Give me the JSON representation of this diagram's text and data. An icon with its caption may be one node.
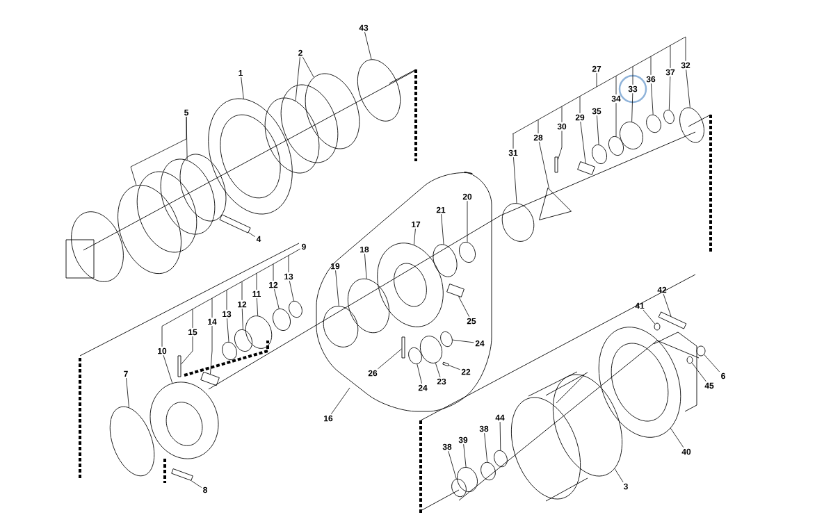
{
  "diagram": {
    "nodes": [
      {
        "text": [
          "43"
        ]
      },
      {
        "text": [
          "2"
        ]
      },
      {
        "text": [
          "27"
        ]
      },
      {
        "text": [
          "32"
        ]
      },
      {
        "text": [
          "37"
        ]
      },
      {
        "text": [
          "1"
        ]
      },
      {
        "text": [
          "36"
        ]
      },
      {
        "text": [
          "33"
        ]
      },
      {
        "text": [
          "34"
        ]
      },
      {
        "text": [
          "35"
        ]
      },
      {
        "text": [
          "5"
        ]
      },
      {
        "text": [
          "29"
        ]
      },
      {
        "text": [
          "30"
        ]
      },
      {
        "text": [
          "28"
        ]
      },
      {
        "text": [
          "31"
        ]
      },
      {
        "text": [
          "20"
        ]
      },
      {
        "text": [
          "21"
        ]
      },
      {
        "text": [
          "17"
        ]
      },
      {
        "text": [
          "4"
        ]
      },
      {
        "text": [
          "9"
        ]
      },
      {
        "text": [
          "18"
        ]
      },
      {
        "text": [
          "19"
        ]
      },
      {
        "text": [
          "13"
        ]
      },
      {
        "text": [
          "12"
        ]
      },
      {
        "text": [
          "42"
        ]
      },
      {
        "text": [
          "11"
        ]
      },
      {
        "text": [
          "41"
        ]
      },
      {
        "text": [
          "12"
        ]
      },
      {
        "text": [
          "13"
        ]
      },
      {
        "text": [
          "25"
        ]
      },
      {
        "text": [
          "14"
        ]
      },
      {
        "text": [
          "24"
        ]
      },
      {
        "text": [
          "15"
        ]
      },
      {
        "text": [
          "10"
        ]
      },
      {
        "text": [
          "22"
        ]
      },
      {
        "text": [
          "26"
        ]
      },
      {
        "text": [
          "7"
        ]
      },
      {
        "text": [
          "6"
        ]
      },
      {
        "text": [
          "45"
        ]
      },
      {
        "text": [
          "23"
        ]
      },
      {
        "text": [
          "24"
        ]
      },
      {
        "text": [
          "16"
        ]
      },
      {
        "text": [
          "44"
        ]
      },
      {
        "text": [
          "38"
        ]
      },
      {
        "text": [
          "39"
        ]
      },
      {
        "text": [
          "38"
        ]
      },
      {
        "text": [
          "40"
        ]
      },
      {
        "text": [
          "3"
        ]
      },
      {
        "text": [
          "8"
        ]
      },
      {
        "text": [],
        "shape": "circle"
      },
      {
        "text": [],
        "shape": "circle"
      },
      {
        "text": [],
        "shape": "bar"
      },
      {
        "text": [],
        "shape": "circle"
      },
      {
        "text": [],
        "shape": "bar"
      },
      {
        "text": [],
        "shape": "circle"
      },
      {
        "text": [],
        "shape": "bar"
      },
      {
        "text": [],
        "shape": "circle"
      },
      {
        "text": [],
        "shape": "bar"
      },
      {
        "text": [],
        "shape": "circle"
      },
      {
        "text": [],
        "shape": "circle"
      },
      {
        "text": [],
        "shape": "circle"
      },
      {
        "text": [],
        "shape": "circle"
      },
      {
        "text": [],
        "shape": "circle"
      },
      {
        "text": [],
        "shape": "circle"
      },
      {
        "text": [],
        "shape": "circle"
      },
      {
        "text": [],
        "shape": "circle"
      },
      {
        "text": [],
        "shape": "circle"
      },
      {
        "text": [],
        "shape": "circle"
      },
      {
        "text": [],
        "shape": "bar"
      },
      {
        "text": [],
        "shape": "circle"
      },
      {
        "text": [],
        "shape": "circle"
      },
      {
        "text": [],
        "shape": "circle"
      },
      {
        "text": [],
        "shape": "circle"
      },
      {
        "text": [],
        "shape": "bar"
      },
      {
        "text": [],
        "shape": "circle"
      },
      {
        "text": [],
        "shape": "bar"
      },
      {
        "text": [],
        "shape": "circle"
      },
      {
        "text": [],
        "shape": "circle"
      },
      {
        "text": [],
        "shape": "circle"
      },
      {
        "text": [],
        "shape": "circle"
      },
      {
        "text": [],
        "shape": "circle"
      },
      {
        "text": [],
        "shape": "circle"
      },
      {
        "text": [],
        "shape": "triangle"
      },
      {
        "text": [],
        "shape": "bar"
      },
      {
        "text": [],
        "shape": "bar"
      },
      {
        "text": [],
        "shape": "circle"
      },
      {
        "text": [],
        "shape": "circle"
      },
      {
        "text": [],
        "shape": "circle"
      },
      {
        "text": [],
        "shape": "circle"
      },
      {
        "text": [],
        "shape": "circle"
      },
      {
        "text": [],
        "shape": "circle"
      },
      {
        "text": [],
        "shape": "circle"
      },
      {
        "text": [],
        "shape": "circle"
      },
      {
        "text": [],
        "shape": "bar"
      },
      {
        "text": [],
        "shape": "circle"
      },
      {
        "text": [],
        "shape": "circle"
      },
      {
        "text": [],
        "shape": "circle"
      }
    ],
    "edges": [
      {
        "from": 0,
        "to": 67,
        "arrow": "none"
      },
      {
        "from": 1,
        "to": 62,
        "arrow": "none"
      },
      {
        "from": 1,
        "to": 64,
        "arrow": "none"
      },
      {
        "from": 3,
        "to": 95,
        "arrow": "none"
      },
      {
        "from": 4,
        "to": 92,
        "arrow": "none"
      },
      {
        "from": 5,
        "to": 59,
        "arrow": "none"
      },
      {
        "from": 6,
        "to": 90,
        "arrow": "none"
      },
      {
        "from": 7,
        "to": 88,
        "arrow": "none"
      },
      {
        "from": 8,
        "to": 87,
        "arrow": "none"
      },
      {
        "from": 9,
        "to": 86,
        "arrow": "none"
      },
      {
        "from": 10,
        "to": 50,
        "arrow": "none"
      },
      {
        "from": 10,
        "to": 54,
        "arrow": "none"
      },
      {
        "from": 11,
        "to": 84,
        "arrow": "none"
      },
      {
        "from": 12,
        "to": 83,
        "arrow": "none"
      },
      {
        "from": 13,
        "to": 82,
        "arrow": "none"
      },
      {
        "from": 14,
        "to": 81,
        "arrow": "none"
      },
      {
        "from": 15,
        "to": 77,
        "arrow": "none"
      },
      {
        "from": 16,
        "to": 74,
        "arrow": "none"
      },
      {
        "from": 17,
        "to": 69,
        "arrow": "none"
      },
      {
        "from": 18,
        "to": 57,
        "arrow": "none"
      },
      {
        "from": 20,
        "to": 66,
        "arrow": "none"
      },
      {
        "from": 21,
        "to": 65,
        "arrow": "none"
      },
      {
        "from": 22,
        "to": 63,
        "arrow": "none"
      },
      {
        "from": 23,
        "to": 61,
        "arrow": "none"
      },
      {
        "from": 24,
        "to": 93,
        "arrow": "none"
      },
      {
        "from": 25,
        "to": 60,
        "arrow": "none"
      },
      {
        "from": 26,
        "to": 91,
        "arrow": "none"
      },
      {
        "from": 27,
        "to": 58,
        "arrow": "none"
      },
      {
        "from": 28,
        "to": 56,
        "arrow": "none"
      },
      {
        "from": 29,
        "to": 75,
        "arrow": "none"
      },
      {
        "from": 30,
        "to": 55,
        "arrow": "none"
      },
      {
        "from": 31,
        "to": 72,
        "arrow": "none"
      },
      {
        "from": 32,
        "to": 51,
        "arrow": "none"
      },
      {
        "from": 33,
        "to": 52,
        "arrow": "none"
      },
      {
        "from": 34,
        "to": 73,
        "arrow": "none"
      },
      {
        "from": 35,
        "to": 68,
        "arrow": "none"
      },
      {
        "from": 36,
        "to": 49,
        "arrow": "none"
      },
      {
        "from": 37,
        "to": 96,
        "arrow": "none"
      },
      {
        "from": 38,
        "to": 94,
        "arrow": "none"
      },
      {
        "from": 39,
        "to": 71,
        "arrow": "none"
      },
      {
        "from": 40,
        "to": 70,
        "arrow": "none"
      },
      {
        "from": 42,
        "to": 80,
        "arrow": "none"
      },
      {
        "from": 43,
        "to": 79,
        "arrow": "none"
      },
      {
        "from": 44,
        "to": 78,
        "arrow": "none"
      },
      {
        "from": 45,
        "to": 76,
        "arrow": "none"
      },
      {
        "from": 46,
        "to": 89,
        "arrow": "none"
      },
      {
        "from": 47,
        "to": 85,
        "arrow": "none"
      },
      {
        "from": 48,
        "to": 53,
        "arrow": "none"
      },
      {
        "from": 41,
        "to": null,
        "arrow": "none"
      },
      {
        "from": 19,
        "to": 33,
        "arrow": "none"
      },
      {
        "from": 19,
        "to": 32,
        "arrow": "none"
      },
      {
        "from": 19,
        "to": 30,
        "arrow": "none"
      },
      {
        "from": 19,
        "to": 28,
        "arrow": "none"
      },
      {
        "from": 19,
        "to": 27,
        "arrow": "none"
      },
      {
        "from": 19,
        "to": 25,
        "arrow": "none"
      },
      {
        "from": 19,
        "to": 23,
        "arrow": "none"
      },
      {
        "from": 19,
        "to": 22,
        "arrow": "none"
      },
      {
        "from": 3,
        "to": 14,
        "arrow": "none"
      },
      {
        "from": 3,
        "to": 13,
        "arrow": "none"
      },
      {
        "from": 3,
        "to": 12,
        "arrow": "none"
      },
      {
        "from": 3,
        "to": 11,
        "arrow": "none"
      },
      {
        "from": 3,
        "to": 2,
        "arrow": "none"
      },
      {
        "from": 3,
        "to": 8,
        "arrow": "none"
      },
      {
        "from": 3,
        "to": 7,
        "arrow": "none"
      },
      {
        "from": 3,
        "to": 6,
        "arrow": "none"
      },
      {
        "from": 3,
        "to": 4,
        "arrow": "none"
      }
    ]
  }
}
